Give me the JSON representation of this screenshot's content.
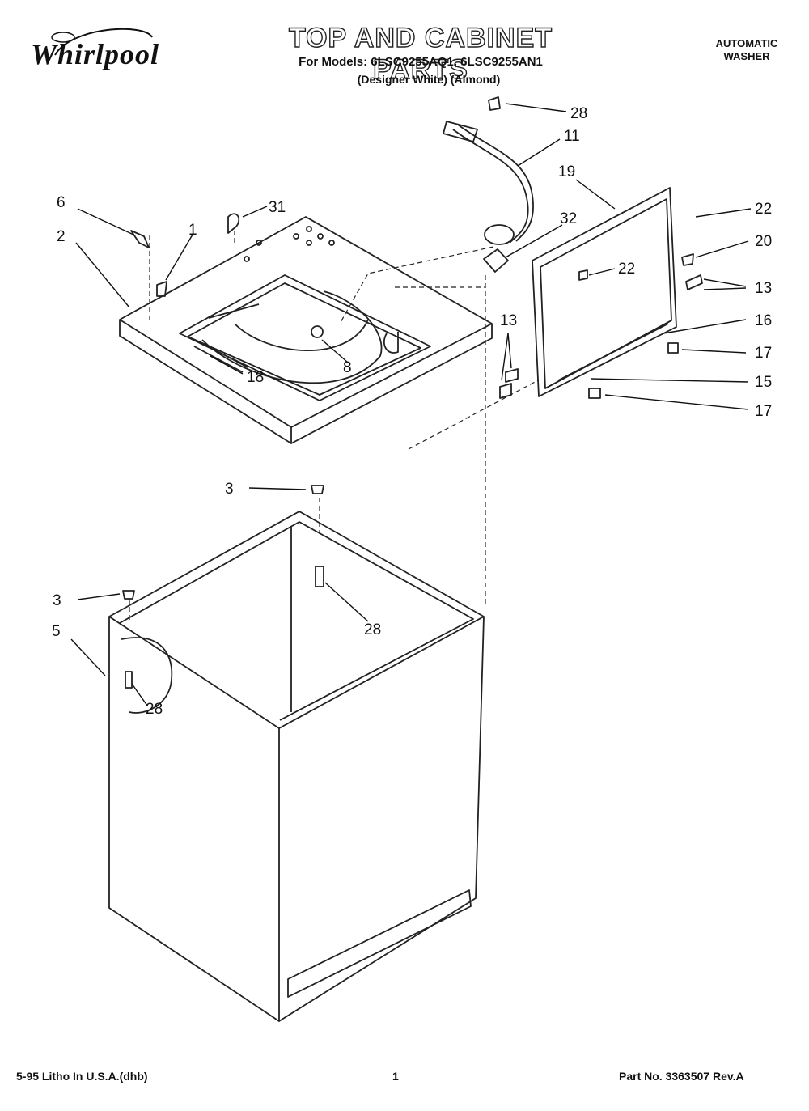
{
  "header": {
    "brand": "Whirlpool",
    "title": "TOP AND CABINET PARTS",
    "models": "For Models: 6LSC9255AQ1, 6LSC9255AN1",
    "variant": "(Designer White) (Almond)",
    "appliance_line1": "AUTOMATIC",
    "appliance_line2": "WASHER"
  },
  "callouts": {
    "c28_top": "28",
    "c11": "11",
    "c19": "19",
    "c22_right": "22",
    "c20": "20",
    "c22_inner": "22",
    "c13_right": "13",
    "c16": "16",
    "c17_upper": "17",
    "c15": "15",
    "c17_lower": "17",
    "c13_left": "13",
    "c6": "6",
    "c31": "31",
    "c1": "1",
    "c2": "2",
    "c32": "32",
    "c18": "18",
    "c8": "8",
    "c3_upper": "3",
    "c3_lower": "3",
    "c28_mid": "28",
    "c5": "5",
    "c28_bottom": "28"
  },
  "footer": {
    "left": "5-95 Litho In U.S.A.(dhb)",
    "page": "1",
    "part": "Part No. 3363507 Rev.A"
  }
}
